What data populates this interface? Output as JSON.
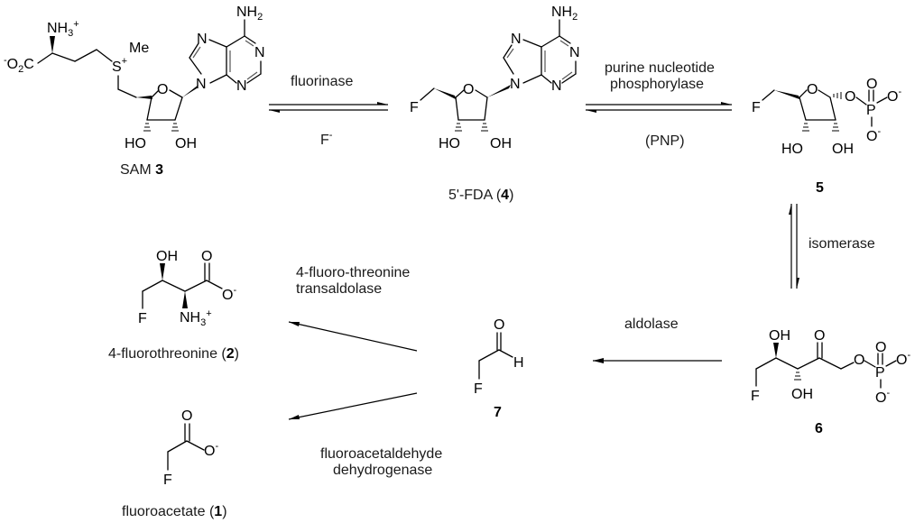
{
  "title": "Fluorometabolite biosynthesis pathway",
  "compounds": {
    "sam": {
      "name": "SAM",
      "number": "3",
      "atoms": {
        "nh3": "NH",
        "nh3_sub": "3",
        "nh3_charge": "+",
        "co2_charge": "-",
        "co2_o": "O",
        "co2_sub": "2",
        "co2_c": "C",
        "s": "S",
        "s_charge": "+",
        "me": "Me",
        "o_ring": "O",
        "n": "N",
        "nh2": "NH",
        "nh2_sub": "2",
        "ho": "HO",
        "oh": "OH"
      }
    },
    "fda": {
      "name": "5'-FDA (",
      "number": "4",
      "close": ")",
      "atoms": {
        "f": "F",
        "o_ring": "O",
        "n": "N",
        "nh2": "NH",
        "nh2_sub": "2",
        "ho": "HO",
        "oh": "OH"
      }
    },
    "fdrp": {
      "number": "5",
      "atoms": {
        "f": "F",
        "o_ring": "O",
        "o": "O",
        "p": "P",
        "o_minus": "O",
        "charge": "-",
        "ho": "HO",
        "oh": "OH"
      }
    },
    "fdrulp": {
      "number": "6",
      "atoms": {
        "f": "F",
        "oh": "OH",
        "o": "O",
        "p": "P",
        "o_minus": "O",
        "charge": "-"
      }
    },
    "fluoroacetaldehyde": {
      "number": "7",
      "atoms": {
        "o": "O",
        "h": "H",
        "f": "F"
      }
    },
    "fluorothreonine": {
      "name": "4-fluorothreonine (",
      "number": "2",
      "close": ")",
      "atoms": {
        "oh": "OH",
        "o": "O",
        "o_minus": "O",
        "charge": "-",
        "f": "F",
        "nh3": "NH",
        "nh3_sub": "3",
        "nh3_charge": "+"
      }
    },
    "fluoroacetate": {
      "name": "fluoroacetate  (",
      "number": "1",
      "close": ")",
      "atoms": {
        "o": "O",
        "o_minus": "O",
        "charge": "-",
        "f": "F"
      }
    }
  },
  "reactions": {
    "fluorinase": {
      "enzyme": "fluorinase",
      "cofactor": "F",
      "cofactor_charge": "-"
    },
    "pnp": {
      "enzyme_line1": "purine nucleotide",
      "enzyme_line2": "phosphorylase",
      "abbrev": "(PNP)"
    },
    "isomerase": {
      "enzyme": "isomerase"
    },
    "aldolase": {
      "enzyme": "aldolase"
    },
    "transaldolase": {
      "enzyme_line1": "4-fluoro-threonine",
      "enzyme_line2": "transaldolase"
    },
    "dehydrogenase": {
      "enzyme_line1": "fluoroacetaldehyde",
      "enzyme_line2": "dehydrogenase"
    }
  }
}
